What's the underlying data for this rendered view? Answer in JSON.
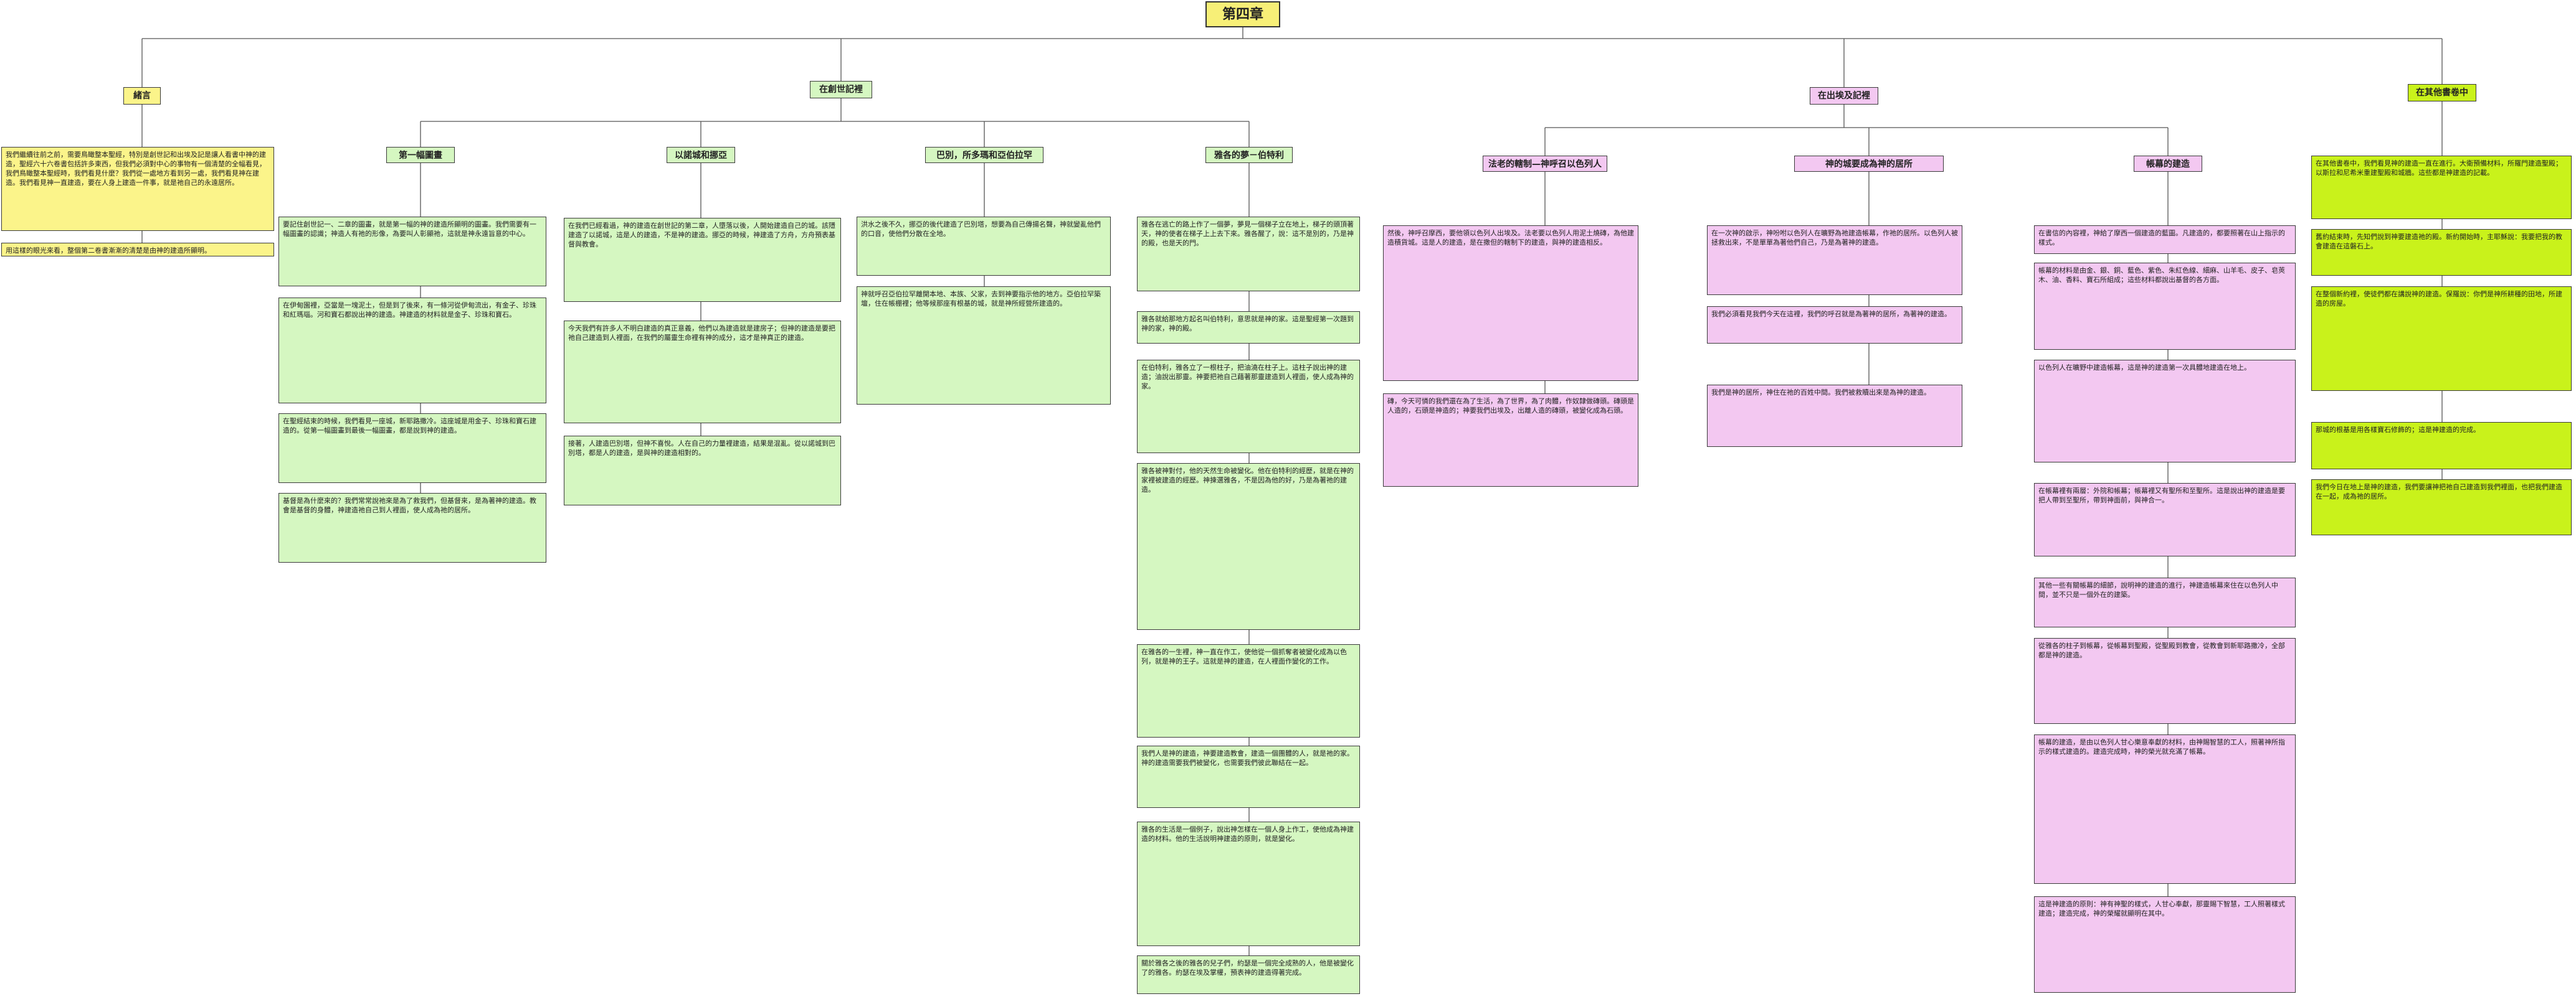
{
  "root": {
    "title": "第四章　鳥瞰"
  },
  "sections": [
    {
      "id": "intro",
      "title": "緒言",
      "color": "yellow",
      "notes": [
        "我們繼續往前之前，需要鳥瞰整本聖經，特別是創世記和出埃及記是讓人看書中神的建造，聖經六十六卷書包括許多東西，但我們必須對中心的事物有一個清楚的全幅看見，我們鳥瞰整本聖經時，我們看見什麼？我們從一處地方看到另一處，我們看見神在建造。我們看見神一直建造，要在人身上建造一件事，就是祂自己的永遠居所。",
        "用這樣的眼光來看，整個第二卷書漸漸的清楚是由神的建造所顯明。"
      ]
    },
    {
      "id": "creation",
      "title": "在創世記裡",
      "color": "green",
      "subs": [
        {
          "title": "第一幅圖畫",
          "notes": [
            "要記住創世記一、二章的圖畫，就是第一幅的神的建造所顯明的圖畫。我們需要有一幅圖畫的認識；神造人有祂的形像，為要叫人彰顯祂，這就是神永遠旨意的中心。",
            "在伊甸園裡，亞當是一塊泥土，但是到了後來，有一條河從伊甸流出，有金子、珍珠和紅瑪瑙。河和寶石都說出神的建造。神建造的材料就是金子、珍珠和寶石。",
            "在聖經結束的時候，我們看見一座城，新耶路撒冷。這座城是用金子、珍珠和寶石建造的。從第一幅圖畫到最後一幅圖畫，都是說到神的建造。",
            "基督是為什麼來的？我們常常說祂來是為了救我們，但基督來，是為著神的建造。教會是基督的身體，神建造祂自己到人裡面，使人成為祂的居所。"
          ]
        },
        {
          "title": "以諾城和挪亞",
          "notes": [
            "在我們已經看過，神的建造在創世記的第二章，人墮落以後，人開始建造自己的城。該隱建造了以諾城，這是人的建造，不是神的建造。挪亞的時候，神建造了方舟，方舟預表基督與教會。",
            "今天我們有許多人不明白建造的真正意義，他們以為建造就是建房子；但神的建造是要把祂自己建造到人裡面，在我們的屬靈生命裡有神的成分，這才是神真正的建造。",
            "接著，人建造巴別塔，但神不喜悅。人在自己的力量裡建造，結果是混亂。從以諾城到巴別塔，都是人的建造，是與神的建造相對的。"
          ]
        },
        {
          "title": "巴別，所多瑪和亞伯拉罕",
          "notes": [
            "洪水之後不久，挪亞的後代建造了巴別塔，想要為自己傳揚名聲，神就變亂他們的口音，使他們分散在全地。",
            "神就呼召亞伯拉罕離開本地、本族、父家，去到神要指示他的地方。亞伯拉罕築壇，住在帳棚裡；他等候那座有根基的城，就是神所經營所建造的。"
          ]
        },
        {
          "title": "雅各的夢－伯特利",
          "notes": [
            "雅各在逃亡的路上作了一個夢，夢見一個梯子立在地上，梯子的頭頂著天，神的使者在梯子上上去下來。雅各醒了，說：這不是別的，乃是神的殿，也是天的門。",
            "雅各就給那地方起名叫伯特利，意思就是神的家。這是聖經第一次題到神的家，神的殿。",
            "在伯特利，雅各立了一根柱子，把油澆在柱子上。這柱子說出神的建造；油說出那靈。神要把祂自己藉著那靈建造到人裡面，使人成為神的家。",
            "雅各被神對付，他的天然生命被變化。他在伯特利的經歷，就是在神的家裡被建造的經歷。神揀選雅各，不是因為他的好，乃是為著祂的建造。",
            "在雅各的一生裡，神一直在作工，使他從一個抓奪者被變化成為以色列，就是神的王子。這就是神的建造，在人裡面作變化的工作。",
            "我們人是神的建造，神要建造教會，建造一個團體的人，就是祂的家。神的建造需要我們被變化，也需要我們彼此聯結在一起。",
            "雅各的生活是一個例子，說出神怎樣在一個人身上作工，使他成為神建造的材料。他的生活說明神建造的原則，就是變化。",
            "關於雅各之後的雅各的兒子們，約瑟是一個完全成熟的人，他是被變化了的雅各。約瑟在埃及掌權，預表神的建造得著完成。"
          ]
        }
      ]
    },
    {
      "id": "exodus",
      "title": "在出埃及記裡",
      "color": "pink",
      "subs": [
        {
          "title": "法老的轄制—神呼召以色列人",
          "notes": [
            "然後，神呼召摩西，要他領以色列人出埃及。法老要以色列人用泥土燒磚，為他建造積貨城。這是人的建造，是在撒但的轄制下的建造，與神的建造相反。",
            "磚，今天可憐的我們還在為了生活，為了世界，為了肉體，作奴隸做磚頭。磚頭是人造的，石頭是神造的；神要我們出埃及，出離人造的磚頭，被變化成為石頭。"
          ]
        },
        {
          "title": "神的城要成為神的居所",
          "notes": [
            "在一次神的啟示，神吩咐以色列人在曠野為祂建造帳幕，作祂的居所。以色列人被拯救出來，不是單單為著他們自己，乃是為著神的建造。",
            "我們必須看見我們今天在這裡，我們的呼召就是為著神的居所，為著神的建造。",
            "我們是神的居所，神住在祂的百姓中間。我們被救贖出來是為神的建造。"
          ]
        },
        {
          "title": "帳幕的建造",
          "notes": [
            "在書信的內容裡，神給了摩西一個建造的藍圖。凡建造的，都要照著在山上指示的樣式。",
            "帳幕的材料是由金、銀、銅、藍色、紫色、朱紅色線、細麻、山羊毛、皮子、皂莢木、油、香料、寶石所組成；這些材料都說出基督的各方面。",
            "以色列人在曠野中建造帳幕，這是神的建造第一次具體地建造在地上。",
            "在帳幕裡有兩層：外院和帳幕；帳幕裡又有聖所和至聖所。這是說出神的建造是要把人帶到至聖所，帶到神面前，與神合一。",
            "其他一些有關帳幕的細節，說明神的建造的進行，神建造帳幕來住在以色列人中間，並不只是一個外在的建築。",
            "從雅各的柱子到帳幕，從帳幕到聖殿，從聖殿到教會，從教會到新耶路撒冷，全部都是神的建造。",
            "帳幕的建造，是由以色列人甘心樂意奉獻的材料，由神賜智慧的工人，照著神所指示的樣式建造的。建造完成時，神的榮光就充滿了帳幕。",
            "這是神建造的原則：神有神聖的樣式，人甘心奉獻，那靈賜下智慧，工人照著樣式建造；建造完成，神的榮耀就顯明在其中。"
          ]
        }
      ]
    },
    {
      "id": "conclusion",
      "title": "在其他書卷中",
      "color": "lime",
      "notes": [
        "在其他書卷中，我們看見神的建造一直在進行。大衛預備材料，所羅門建造聖殿；以斯拉和尼希米重建聖殿和城牆。這些都是神建造的記載。",
        "舊約結束時，先知們說到神要建造祂的殿。新約開始時，主耶穌說：我要把我的教會建造在這磐石上。",
        "在整個新約裡，使徒們都在講說神的建造。保羅說：你們是神所耕種的田地，所建造的房屋。",
        "那城的根基是用各樣寶石修飾的；這是神建造的完成。",
        "我們今日在地上是神的建造，我們要讓神把祂自己建造到我們裡面，也把我們建造在一起，成為祂的居所。"
      ]
    }
  ]
}
